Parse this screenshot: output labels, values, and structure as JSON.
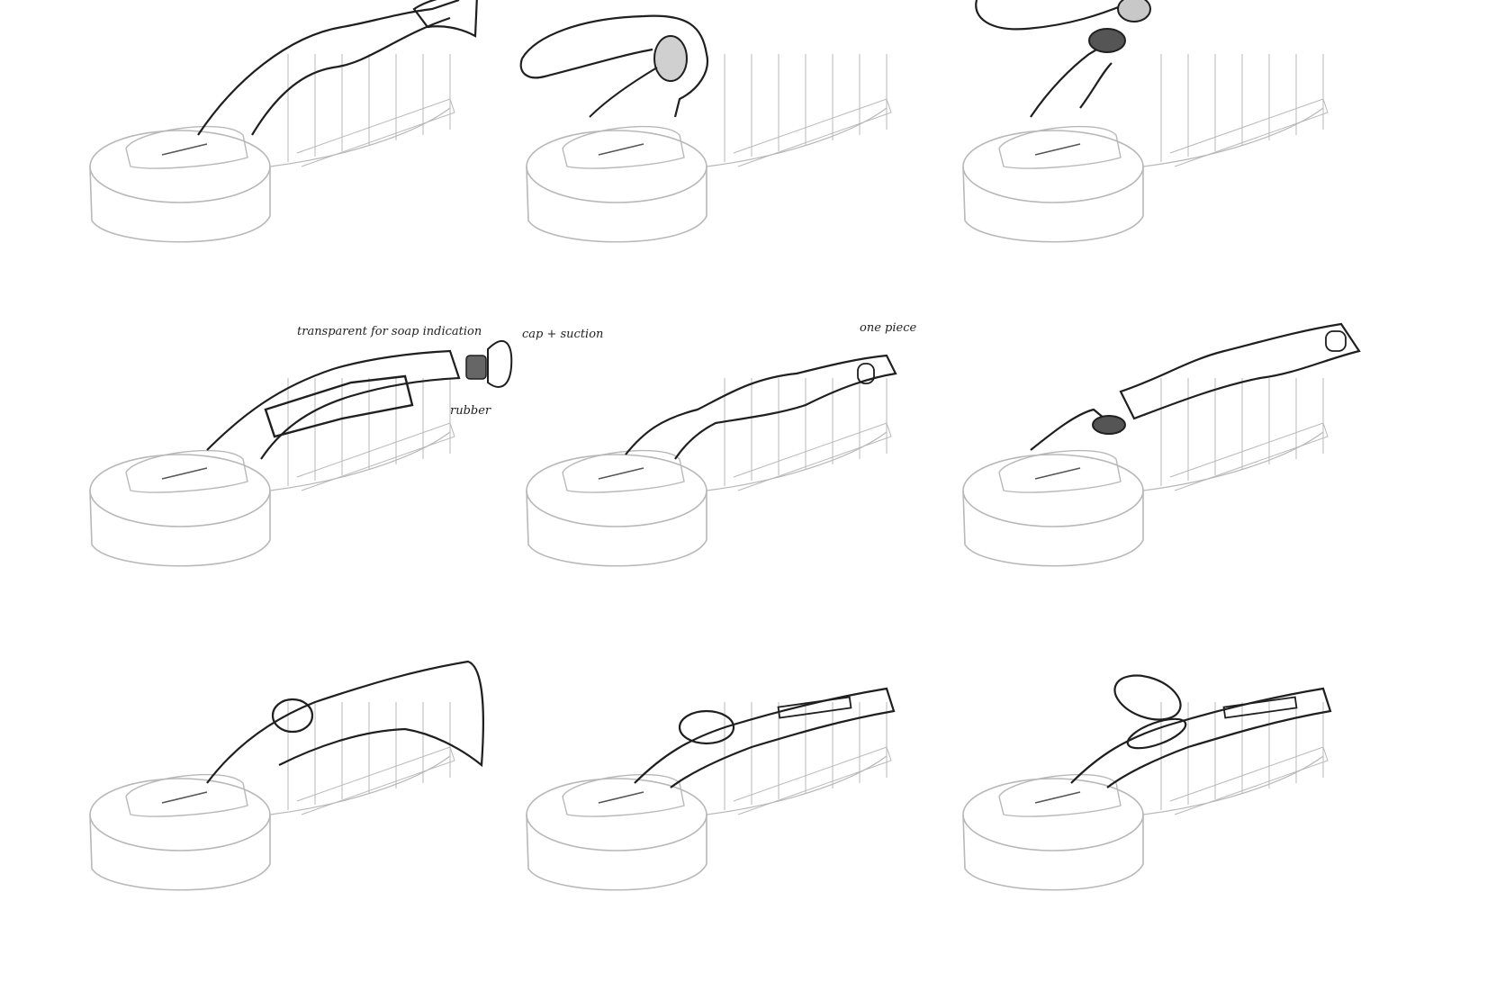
{
  "sheet": {
    "ink_dark": "#1f1f1f",
    "ink_light": "#b8b8b8",
    "paper": "#ffffff"
  },
  "sketches": [
    {
      "variant": "wide-funnel-head",
      "annotations": []
    },
    {
      "variant": "curled-tube-handle",
      "annotations": []
    },
    {
      "variant": "threaded-neck-separate-tube",
      "annotations": []
    },
    {
      "variant": "rubber-sleeve-with-cap",
      "annotations": [
        "transparent for soap indication",
        "cap + suction",
        "rubber"
      ]
    },
    {
      "variant": "one-piece-bulb-handle",
      "annotations": [
        "one piece"
      ]
    },
    {
      "variant": "detached-bulb-handle-threaded",
      "annotations": []
    },
    {
      "variant": "button-top-trumpet",
      "annotations": []
    },
    {
      "variant": "dome-button-slot-window",
      "annotations": []
    },
    {
      "variant": "hinged-lid-slot-window",
      "annotations": []
    }
  ]
}
